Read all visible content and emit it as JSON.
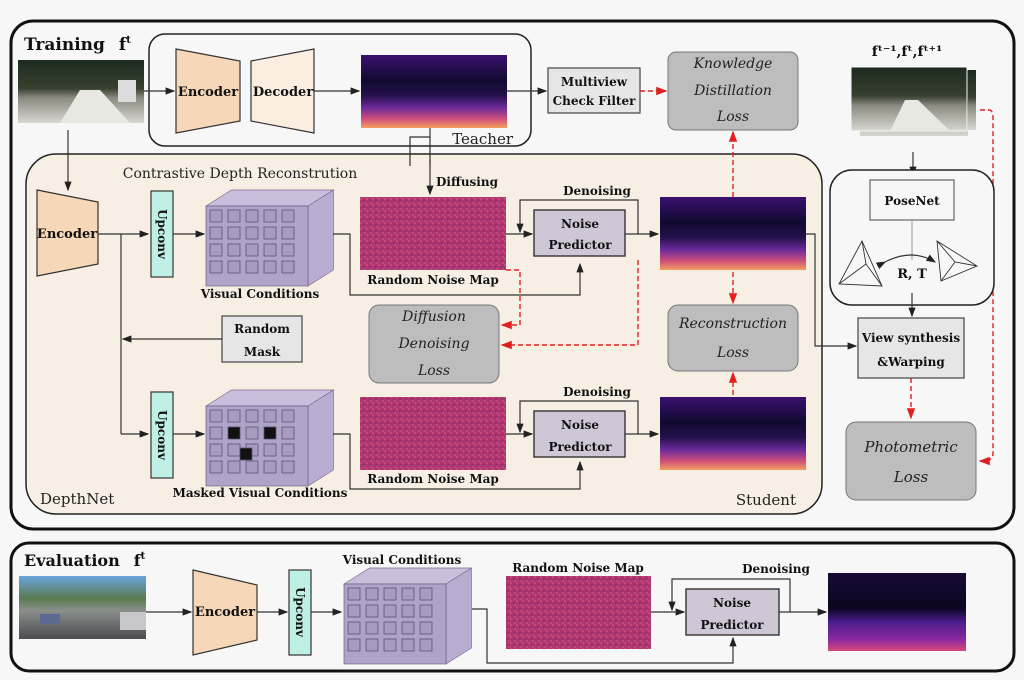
{
  "training": {
    "title": "Training",
    "frame_symbol": "f",
    "frame_sup": "t",
    "teacher": {
      "encoder_label": "Encoder",
      "decoder_label": "Decoder",
      "section_label": "Teacher"
    },
    "multiview_filter": {
      "line1": "Multiview",
      "line2": "Check Filter"
    },
    "kd_loss": {
      "line1": "Knowledge",
      "line2": "Distillation",
      "line3": "Loss"
    },
    "frames_label": "fᵗ⁻¹,fᵗ,fᵗ⁺¹",
    "student": {
      "subtitle": "Contrastive Depth Reconstrution",
      "encoder_label": "Encoder",
      "upconv_label": "Upconv",
      "visual_conditions_label": "Visual Conditions",
      "masked_visual_conditions_label": "Masked Visual Conditions",
      "diffusing_label": "Diffusing",
      "denoising_label": "Denoising",
      "random_noise_map_label": "Random Noise Map",
      "noise_predictor": {
        "line1": "Noise",
        "line2": "Predictor"
      },
      "random_mask": {
        "line1": "Random",
        "line2": "Mask"
      },
      "diffusion_loss": {
        "line1": "Diffusion",
        "line2": "Denoising",
        "line3": "Loss"
      },
      "reconstruction_loss": {
        "line1": "Reconstruction",
        "line2": "Loss"
      },
      "depthnet_label": "DepthNet",
      "section_label": "Student"
    },
    "pose": {
      "posenet_label": "PoseNet",
      "rt_label": "R, T",
      "view_synthesis": {
        "line1": "View synthesis",
        "line2": "&Warping"
      },
      "photometric_loss": {
        "line1": "Photometric",
        "line2": "Loss"
      }
    }
  },
  "evaluation": {
    "title": "Evaluation",
    "frame_symbol": "f",
    "frame_sup": "t",
    "encoder_label": "Encoder",
    "upconv_label": "Upconv",
    "visual_conditions_label": "Visual Conditions",
    "random_noise_map_label": "Random Noise Map",
    "denoising_label": "Denoising",
    "noise_predictor": {
      "line1": "Noise",
      "line2": "Predictor"
    }
  },
  "colors": {
    "loss_arrow": "#e02020",
    "encoder_fill": "#f6d7b8",
    "upconv_fill": "#bff0e6",
    "student_bg": "#f7efe4",
    "noise_predictor_fill": "#cfc6d6",
    "loss_box_fill": "#bdbdbd"
  }
}
